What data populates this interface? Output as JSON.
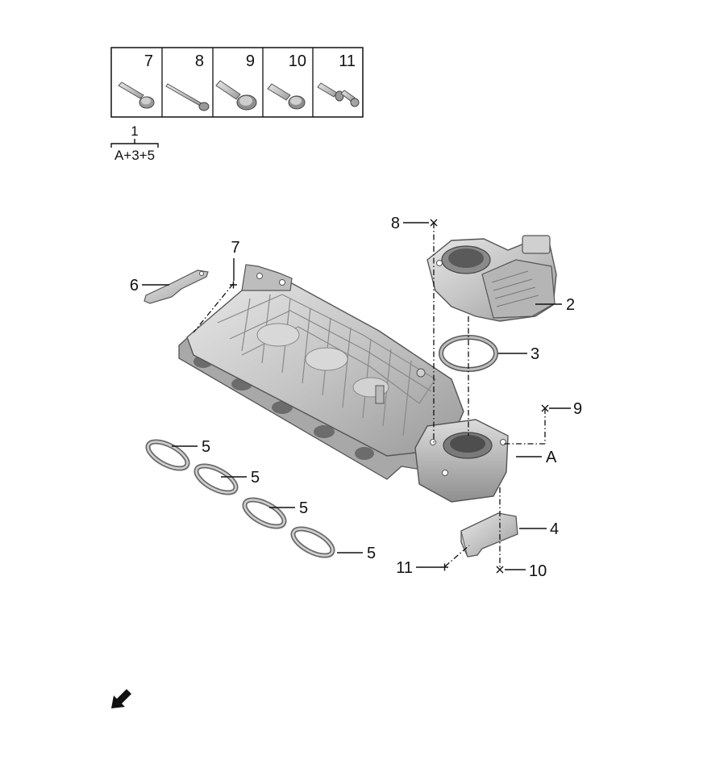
{
  "fastener_table": {
    "columns": [
      "7",
      "8",
      "9",
      "10",
      "11"
    ]
  },
  "assembly_bracket": {
    "number": "1",
    "contents": "A+3+5"
  },
  "callouts": {
    "c2": "2",
    "c3": "3",
    "c4": "4",
    "c5a": "5",
    "c5b": "5",
    "c5c": "5",
    "c5d": "5",
    "c6": "6",
    "c7": "7",
    "c8": "8",
    "c9": "9",
    "c10": "10",
    "c11": "11",
    "cA": "A"
  },
  "colors": {
    "part_fill": "#c9c9c9",
    "part_dark": "#8e8e8e",
    "part_light": "#e4e4e4",
    "line": "#111111"
  },
  "icons": {
    "orientation": "arrow-down-left-icon"
  }
}
